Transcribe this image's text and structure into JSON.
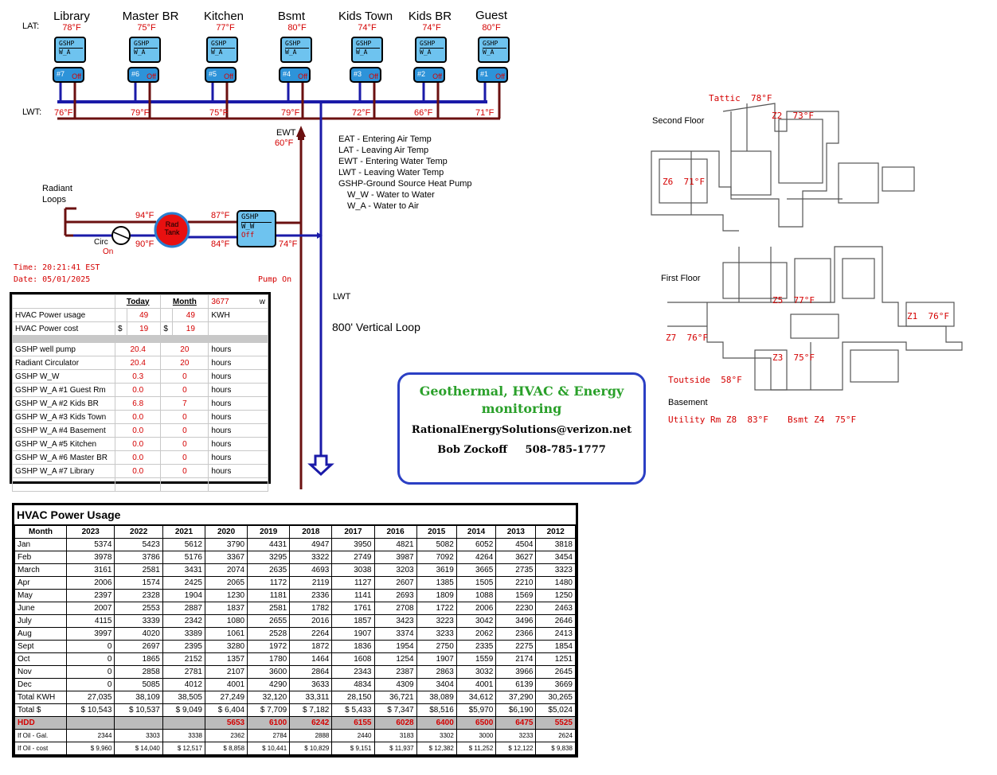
{
  "diagram": {
    "lat_label": "LAT:",
    "lwt_label": "LWT:",
    "zones": [
      {
        "name": "Library",
        "lat": "78°F",
        "unit_l1": "GSHP",
        "unit_l2": "W_A",
        "pump": "#7",
        "state": "Off",
        "lwt": "76°F"
      },
      {
        "name": "Master BR",
        "lat": "75°F",
        "unit_l1": "GSHP",
        "unit_l2": "W_A",
        "pump": "#6",
        "state": "Off",
        "lwt": "79°F"
      },
      {
        "name": "Kitchen",
        "lat": "77°F",
        "unit_l1": "GSHP",
        "unit_l2": "W_A",
        "pump": "#5",
        "state": "Off",
        "lwt": "75°F"
      },
      {
        "name": "Bsmt",
        "lat": "80°F",
        "unit_l1": "GSHP",
        "unit_l2": "W_A",
        "pump": "#4",
        "state": "Off",
        "lwt": "79°F"
      },
      {
        "name": "Kids Town",
        "lat": "74°F",
        "unit_l1": "GSHP",
        "unit_l2": "W_A",
        "pump": "#3",
        "state": "Off",
        "lwt": "72°F"
      },
      {
        "name": "Kids BR",
        "lat": "74°F",
        "unit_l1": "GSHP",
        "unit_l2": "W_A",
        "pump": "#2",
        "state": "Off",
        "lwt": "66°F"
      },
      {
        "name": "Guest",
        "lat": "80°F",
        "unit_l1": "GSHP",
        "unit_l2": "W_A",
        "pump": "#1",
        "state": "Off",
        "lwt": "71°F"
      }
    ],
    "ewt_label": "EWT",
    "ewt_value": "60°F",
    "legend": [
      "EAT - Entering Air Temp",
      "LAT - Leaving Air Temp",
      "EWT - Entering Water Temp",
      "LWT - Leaving Water Temp",
      "GSHP-Ground Source Heat Pump",
      "W_W - Water to Water",
      "W_A - Water to Air"
    ],
    "radiant": {
      "label_l1": "Radiant",
      "label_l2": "Loops",
      "circ_label": "Circ",
      "circ_state": "On",
      "supply_temp": "94°F",
      "return_temp": "90°F",
      "tank_l1": "Rad",
      "tank_l2": "Tank",
      "tank_out": "87°F",
      "tank_in": "84°F",
      "ww_l1": "GSHP",
      "ww_l2": "W_W",
      "ww_state": "Off",
      "ww_out": "74°F"
    },
    "time_text": "Time: 20:21:41 EST",
    "date_text": "Date: 05/01/2025",
    "pump_status": "Pump On",
    "lwt_loop_label": "LWT",
    "loop_label": "800' Vertical Loop"
  },
  "stats": {
    "col_today": "Today",
    "col_month": "Month",
    "month_extra": "3677",
    "month_extra_unit": "w",
    "rows_top": [
      {
        "label": "HVAC Power usage",
        "pre1": "",
        "today": "49",
        "pre2": "",
        "month": "49",
        "unit": "KWH"
      },
      {
        "label": "HVAC Power cost",
        "pre1": "$",
        "today": "19",
        "pre2": "$",
        "month": "19",
        "unit": ""
      }
    ],
    "rows_hours": [
      {
        "label": "GSHP well pump",
        "today": "20.4",
        "month": "20",
        "unit": "hours"
      },
      {
        "label": "Radiant Circulator",
        "today": "20.4",
        "month": "20",
        "unit": "hours"
      },
      {
        "label": "GSHP W_W",
        "today": "0.3",
        "month": "0",
        "unit": "hours"
      },
      {
        "label": "GSHP W_A #1 Guest Rm",
        "today": "0.0",
        "month": "0",
        "unit": "hours"
      },
      {
        "label": "GSHP W_A #2 Kids BR",
        "today": "6.8",
        "month": "7",
        "unit": "hours"
      },
      {
        "label": "GSHP W_A #3 Kids Town",
        "today": "0.0",
        "month": "0",
        "unit": "hours"
      },
      {
        "label": "GSHP W_A #4 Basement",
        "today": "0.0",
        "month": "0",
        "unit": "hours"
      },
      {
        "label": "GSHP W_A #5 Kitchen",
        "today": "0.0",
        "month": "0",
        "unit": "hours"
      },
      {
        "label": "GSHP W_A #6 Master BR",
        "today": "0.0",
        "month": "0",
        "unit": "hours"
      },
      {
        "label": "GSHP W_A #7 Library",
        "today": "0.0",
        "month": "0",
        "unit": "hours"
      }
    ]
  },
  "contact": {
    "title_l1": "Geothermal, HVAC & Energy",
    "title_l2": "monitoring",
    "email": "RationalEnergySolutions@verizon.net",
    "name": "Bob Zockoff",
    "phone": "508-785-1777"
  },
  "floorplan": {
    "second_floor": "Second Floor",
    "first_floor": "First Floor",
    "basement": "Basement",
    "zones": [
      {
        "label": "Tattic",
        "temp": "78°F"
      },
      {
        "label": "Z2",
        "temp": "73°F"
      },
      {
        "label": "Z6",
        "temp": "71°F"
      },
      {
        "label": "Z5",
        "temp": "77°F"
      },
      {
        "label": "Z1",
        "temp": "76°F"
      },
      {
        "label": "Z7",
        "temp": "76°F"
      },
      {
        "label": "Z3",
        "temp": "75°F"
      },
      {
        "label": "Toutside",
        "temp": "58°F"
      },
      {
        "label": "Utility Rm Z8",
        "temp": "83°F"
      },
      {
        "label": "Bsmt Z4",
        "temp": "75°F"
      }
    ]
  },
  "history": {
    "title": "HVAC Power Usage",
    "month_header": "Month",
    "years": [
      "2023",
      "2022",
      "2021",
      "2020",
      "2019",
      "2018",
      "2017",
      "2016",
      "2015",
      "2014",
      "2013",
      "2012"
    ],
    "rows": [
      {
        "label": "Jan",
        "v": [
          "5374",
          "5423",
          "5612",
          "3790",
          "4431",
          "4947",
          "3950",
          "4821",
          "5082",
          "6052",
          "4504",
          "3818"
        ]
      },
      {
        "label": "Feb",
        "v": [
          "3978",
          "3786",
          "5176",
          "3367",
          "3295",
          "3322",
          "2749",
          "3987",
          "7092",
          "4264",
          "3627",
          "3454"
        ]
      },
      {
        "label": "March",
        "v": [
          "3161",
          "2581",
          "3431",
          "2074",
          "2635",
          "4693",
          "3038",
          "3203",
          "3619",
          "3665",
          "2735",
          "3323"
        ]
      },
      {
        "label": "Apr",
        "v": [
          "2006",
          "1574",
          "2425",
          "2065",
          "1172",
          "2119",
          "1127",
          "2607",
          "1385",
          "1505",
          "2210",
          "1480"
        ]
      },
      {
        "label": "May",
        "v": [
          "2397",
          "2328",
          "1904",
          "1230",
          "1181",
          "2336",
          "1141",
          "2693",
          "1809",
          "1088",
          "1569",
          "1250"
        ]
      },
      {
        "label": "June",
        "v": [
          "2007",
          "2553",
          "2887",
          "1837",
          "2581",
          "1782",
          "1761",
          "2708",
          "1722",
          "2006",
          "2230",
          "2463"
        ]
      },
      {
        "label": "July",
        "v": [
          "4115",
          "3339",
          "2342",
          "1080",
          "2655",
          "2016",
          "1857",
          "3423",
          "3223",
          "3042",
          "3496",
          "2646"
        ]
      },
      {
        "label": "Aug",
        "v": [
          "3997",
          "4020",
          "3389",
          "1061",
          "2528",
          "2264",
          "1907",
          "3374",
          "3233",
          "2062",
          "2366",
          "2413"
        ]
      },
      {
        "label": "Sept",
        "v": [
          "0",
          "2697",
          "2395",
          "3280",
          "1972",
          "1872",
          "1836",
          "1954",
          "2750",
          "2335",
          "2275",
          "1854"
        ]
      },
      {
        "label": "Oct",
        "v": [
          "0",
          "1865",
          "2152",
          "1357",
          "1780",
          "1464",
          "1608",
          "1254",
          "1907",
          "1559",
          "2174",
          "1251"
        ]
      },
      {
        "label": "Nov",
        "v": [
          "0",
          "2858",
          "2781",
          "2107",
          "3600",
          "2864",
          "2343",
          "2387",
          "2863",
          "3032",
          "3966",
          "2645"
        ]
      },
      {
        "label": "Dec",
        "v": [
          "0",
          "5085",
          "4012",
          "4001",
          "4290",
          "3633",
          "4834",
          "4309",
          "3404",
          "4001",
          "6139",
          "3669"
        ]
      },
      {
        "label": "Total KWH",
        "v": [
          "27,035",
          "38,109",
          "38,505",
          "27,249",
          "32,120",
          "33,311",
          "28,150",
          "36,721",
          "38,089",
          "34,612",
          "37,290",
          "30,265"
        ]
      },
      {
        "label": "Total $",
        "v": [
          "$ 10,543",
          "$ 10,537",
          "$ 9,049",
          "$ 6,404",
          "$ 7,709",
          "$ 7,182",
          "$ 5,433",
          "$ 7,347",
          "$8,516",
          "$5,970",
          "$6,190",
          "$5,024"
        ]
      },
      {
        "label": "HDD",
        "v": [
          "",
          "",
          "",
          "5653",
          "6100",
          "6242",
          "6155",
          "6028",
          "6400",
          "6500",
          "6475",
          "5525"
        ]
      },
      {
        "label": "If Oil - Gal.",
        "v": [
          "2344",
          "3303",
          "3338",
          "2362",
          "2784",
          "2888",
          "2440",
          "3183",
          "3302",
          "3000",
          "3233",
          "2624"
        ]
      },
      {
        "label": "If Oil - cost",
        "v": [
          "$ 9,960",
          "$ 14,040",
          "$ 12,517",
          "$ 8,858",
          "$ 10,441",
          "$ 10,829",
          "$ 9,151",
          "$ 11,937",
          "$ 12,382",
          "$ 11,252",
          "$ 12,122",
          "$ 9,838"
        ]
      }
    ]
  }
}
